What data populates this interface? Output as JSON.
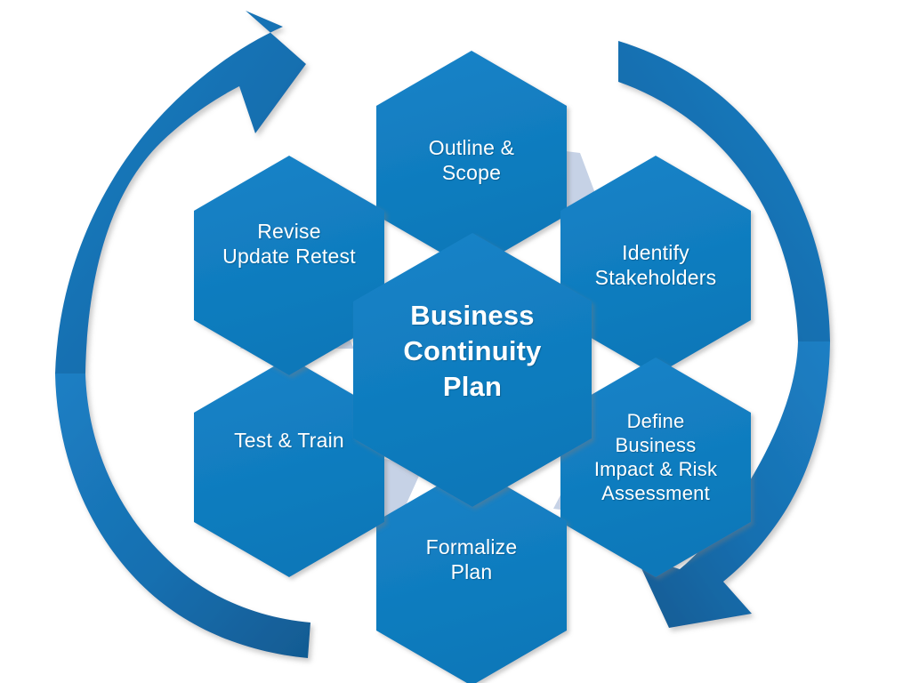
{
  "diagram": {
    "title": "Business Continuity Plan",
    "type": "hexagon-cycle",
    "background_color": "#FFFFFF",
    "colors": {
      "hexagon_fill": "#1380C4",
      "hexagon_fill_dark": "#0F6FAC",
      "connector_fill": "#C6D2E6",
      "arrow_fill": "#1476B8",
      "arrow_fill_dark": "#15659D",
      "label_text": "#FFFFFF"
    },
    "center": {
      "label": "Business\nContinuity\nPlan",
      "line1": "Business",
      "line2": "Continuity",
      "line3": "Plan"
    },
    "steps": [
      {
        "id": "outline-scope",
        "order": 1,
        "label": "Outline &\nScope",
        "position": "top"
      },
      {
        "id": "identify-stakeholders",
        "order": 2,
        "label": "Identify\nStakeholders",
        "position": "top-right"
      },
      {
        "id": "define-business-impact-risk-assessment",
        "order": 3,
        "label": "Define\nBusiness\nImpact & Risk\nAssessment",
        "position": "bottom-right"
      },
      {
        "id": "formalize-plan",
        "order": 4,
        "label": "Formalize\nPlan",
        "position": "bottom"
      },
      {
        "id": "test-train",
        "order": 5,
        "label": "Test & Train",
        "position": "bottom-left"
      },
      {
        "id": "revise-update-retest",
        "order": 6,
        "label": "Revise\nUpdate Retest",
        "position": "top-left"
      }
    ],
    "arrows": [
      {
        "id": "arrow-clockwise-top",
        "direction": "clockwise",
        "points_to": "upper-right",
        "side": "left"
      },
      {
        "id": "arrow-clockwise-bottom",
        "direction": "clockwise",
        "points_to": "lower-left",
        "side": "right"
      }
    ],
    "connectors": [
      {
        "id": "connector-outline-to-identify"
      },
      {
        "id": "connector-identify-to-define"
      },
      {
        "id": "connector-define-to-formalize"
      },
      {
        "id": "connector-formalize-to-test"
      },
      {
        "id": "connector-test-to-revise"
      }
    ]
  }
}
